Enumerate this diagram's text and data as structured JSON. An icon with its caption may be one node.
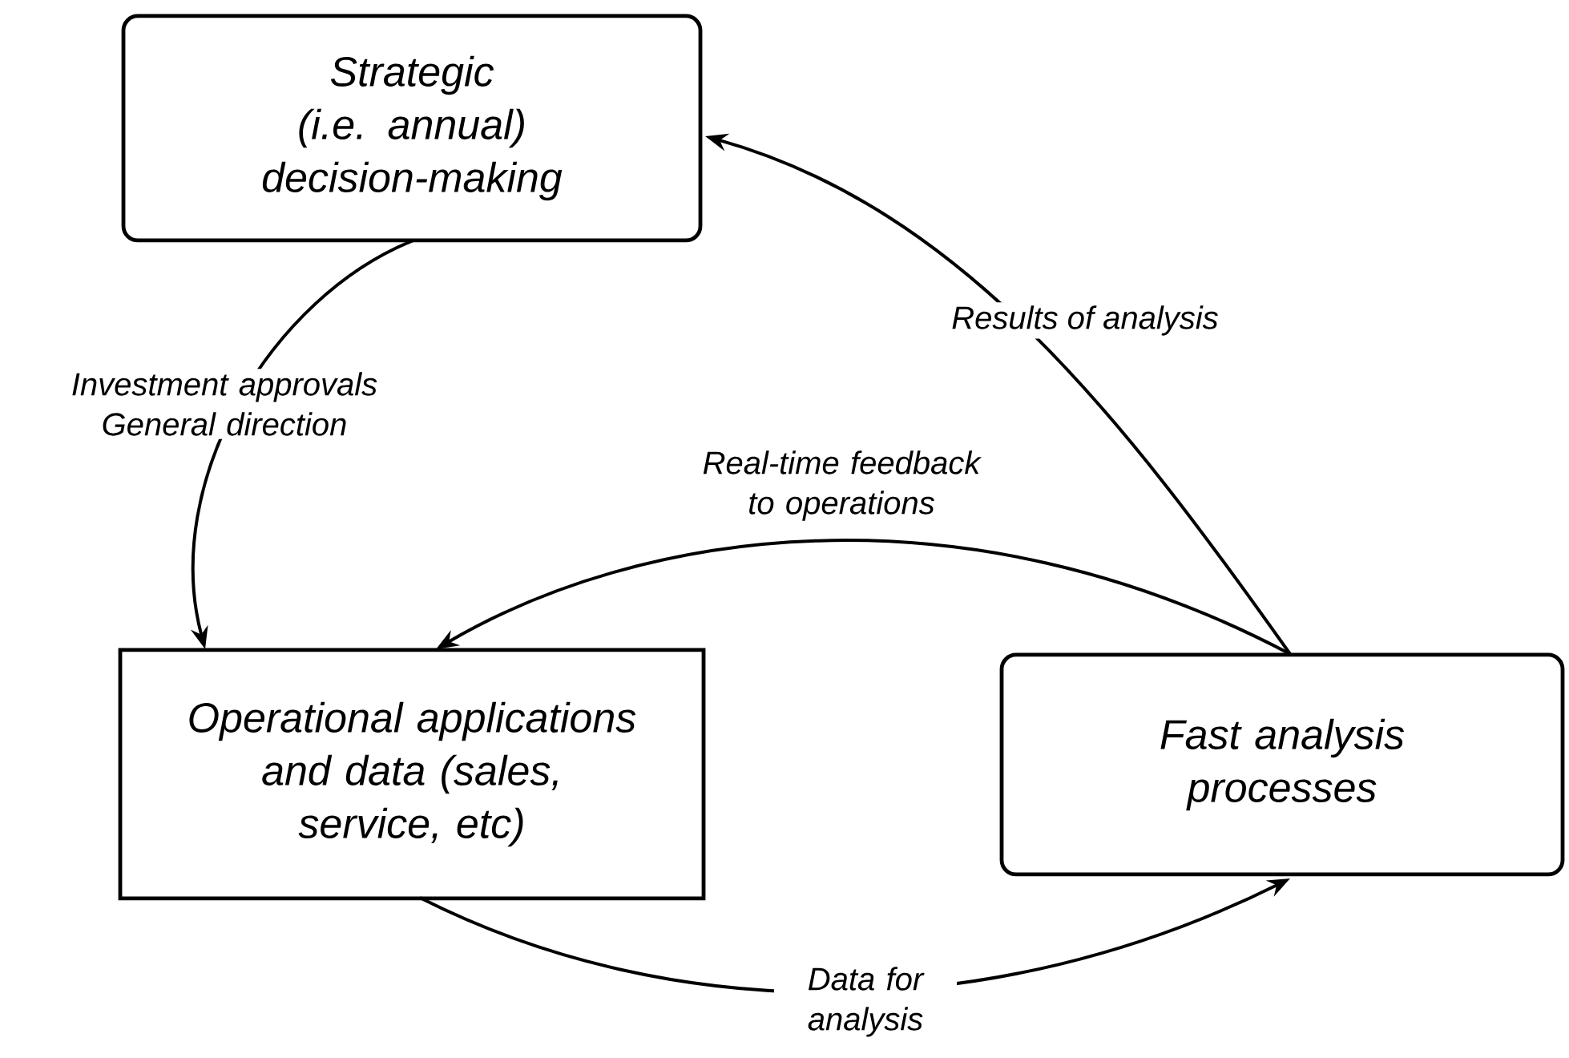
{
  "diagram": {
    "nodes": [
      {
        "text": [
          "Strategic (i.e. annual) decision-making"
        ]
      },
      {
        "text": [
          "Operational applications and data (sales, service, etc)"
        ]
      },
      {
        "text": [
          "Fast analysis processes"
        ]
      }
    ],
    "edges": [
      {
        "from": 0,
        "to": 1,
        "arrow": "to",
        "label": "Investment approvals General direction"
      },
      {
        "from": 2,
        "to": 1,
        "arrow": "to",
        "label": "Real-time feedback to operations"
      },
      {
        "from": 2,
        "to": 0,
        "arrow": "to",
        "label": "Results of analysis"
      },
      {
        "from": 1,
        "to": 2,
        "arrow": "to",
        "label": "Data for analysis"
      }
    ]
  }
}
